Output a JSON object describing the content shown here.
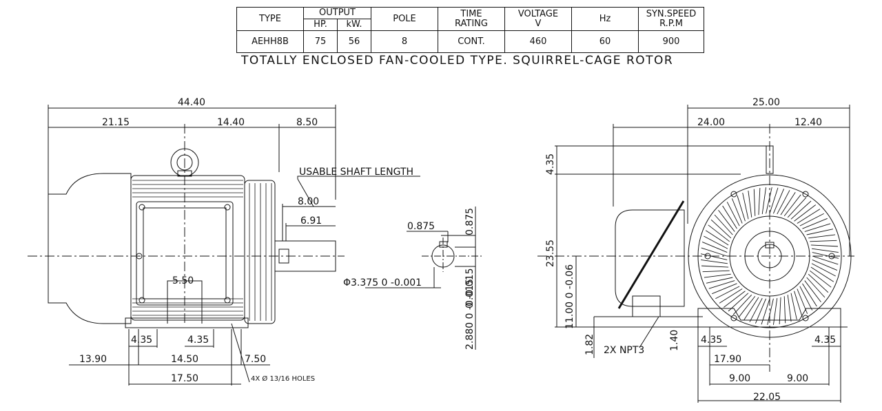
{
  "spec_table": {
    "headers": {
      "type": "TYPE",
      "output": "OUTPUT",
      "hp": "HP.",
      "kw": "kW.",
      "pole": "POLE",
      "time_rating_1": "TIME",
      "time_rating_2": "RATING",
      "voltage_1": "VOLTAGE",
      "voltage_2": "V",
      "hz": "Hz",
      "syn_speed_1": "SYN.SPEED",
      "syn_speed_2": "R.P.M"
    },
    "row": {
      "type": "AEHH8B",
      "hp": "75",
      "kw": "56",
      "pole": "8",
      "time_rating": "CONT.",
      "voltage": "460",
      "hz": "60",
      "syn_speed": "900"
    }
  },
  "caption": "TOTALLY ENCLOSED FAN-COOLED TYPE. SQUIRREL-CAGE ROTOR",
  "side_view": {
    "overall_length": "44.40",
    "dim_21_15": "21.15",
    "dim_14_40": "14.40",
    "dim_8_50": "8.50",
    "usable_shaft_label": "USABLE SHAFT LENGTH",
    "dim_8_00": "8.00",
    "dim_6_91": "6.91",
    "dim_5_50": "5.50",
    "dim_4_35_a": "4.35",
    "dim_4_35_b": "4.35",
    "dim_13_90": "13.90",
    "dim_14_50": "14.50",
    "dim_7_50": "7.50",
    "dim_17_50": "17.50",
    "holes_note": "4X Ø 13/16 HOLES"
  },
  "shaft_detail": {
    "key_width": "0.875",
    "key_height": "0.875",
    "key_tol": "0 -0.015",
    "shaft_dia": "Φ3.375  0 -0.001",
    "key_depth": "2.880  0 -0.015"
  },
  "end_view": {
    "dim_25_00": "25.00",
    "dim_24_00": "24.00",
    "dim_12_40": "12.40",
    "dim_4_35_top": "4.35",
    "dim_23_55": "23.55",
    "dim_11_00": "11.00  0 -0.06",
    "dim_1_82": "1.82",
    "npt_label": "2X NPT3",
    "dim_1_40": "1.40",
    "dim_4_35_left": "4.35",
    "dim_4_35_right": "4.35",
    "dim_17_90": "17.90",
    "dim_9_00_a": "9.00",
    "dim_9_00_b": "9.00",
    "dim_22_05": "22.05"
  }
}
